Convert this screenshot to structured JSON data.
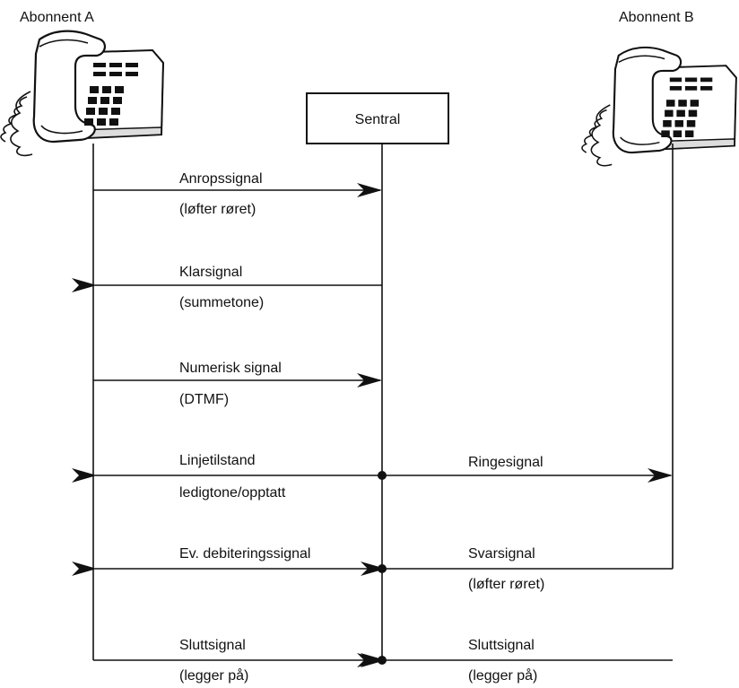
{
  "parties": {
    "a_label": "Abonnent A",
    "b_label": "Abonnent B",
    "exchange_label": "Sentral"
  },
  "signals": {
    "anrop": {
      "label": "Anropssignal",
      "sub": "(løfter røret)"
    },
    "klar": {
      "label": "Klarsignal",
      "sub": "(summetone)"
    },
    "numerisk": {
      "label": "Numerisk signal",
      "sub": "(DTMF)"
    },
    "linjetilstand": {
      "label": "Linjetilstand",
      "sub": "ledigtone/opptatt"
    },
    "ringe": {
      "label": "Ringesignal"
    },
    "debitering": {
      "label": "Ev. debiteringssignal"
    },
    "svar": {
      "label": "Svarsignal",
      "sub": "(løfter røret)"
    },
    "slutt_a": {
      "label": "Sluttsignal",
      "sub": "(legger på)"
    },
    "slutt_b": {
      "label": "Sluttsignal",
      "sub": "(legger på)"
    }
  },
  "icons": {
    "telephone_a": "telephone-icon",
    "telephone_b": "telephone-icon"
  },
  "colors": {
    "ink": "#111111",
    "background": "#ffffff"
  }
}
